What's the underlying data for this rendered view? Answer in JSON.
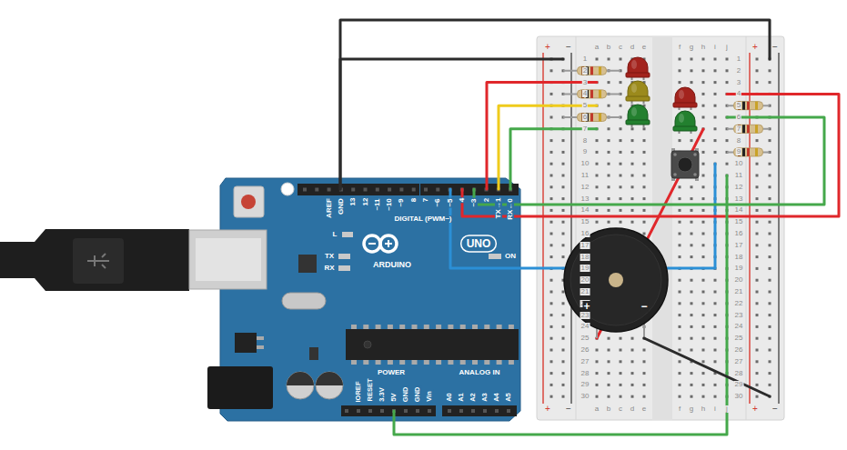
{
  "diagram": {
    "labels": [
      "+",
      "−",
      "a",
      "b",
      "c",
      "d",
      "e",
      "f",
      "g",
      "h",
      "i",
      "j",
      "+",
      "−",
      "1",
      "2",
      "3",
      "4",
      "5",
      "6",
      "7",
      "8",
      "9",
      "10",
      "11",
      "12",
      "13",
      "14",
      "15",
      "16",
      "17",
      "18",
      "19",
      "20",
      "21",
      "22",
      "23",
      "24",
      "25",
      "26",
      "27",
      "28",
      "29",
      "30",
      "1",
      "2",
      "3",
      "4",
      "5",
      "6",
      "7",
      "8",
      "9",
      "10",
      "11",
      "12",
      "13",
      "14",
      "15",
      "16",
      "17",
      "18",
      "19",
      "20",
      "21",
      "22",
      "23",
      "24",
      "25",
      "26",
      "27",
      "28",
      "29",
      "30",
      "+",
      "−",
      "a",
      "b",
      "c",
      "d",
      "e",
      "f",
      "g",
      "h",
      "i",
      "j",
      "+",
      "−",
      "AREF",
      "GND",
      "13",
      "12",
      "~11",
      "~10",
      "~9",
      "8",
      "7",
      "~6",
      "~5",
      "4",
      "~3",
      "2",
      "TX→1",
      "RX←0",
      "DIGITAL (PWM~)",
      "L",
      "TX",
      "RX",
      "ON",
      "UNO",
      "ARDUINO",
      "IOREF",
      "RESET",
      "3.3V",
      "5V",
      "GND",
      "GND",
      "Vin",
      "POWER",
      "ANALOG IN",
      "A0",
      "A1",
      "A2",
      "A3",
      "A4",
      "A5",
      "+",
      "−"
    ]
  }
}
